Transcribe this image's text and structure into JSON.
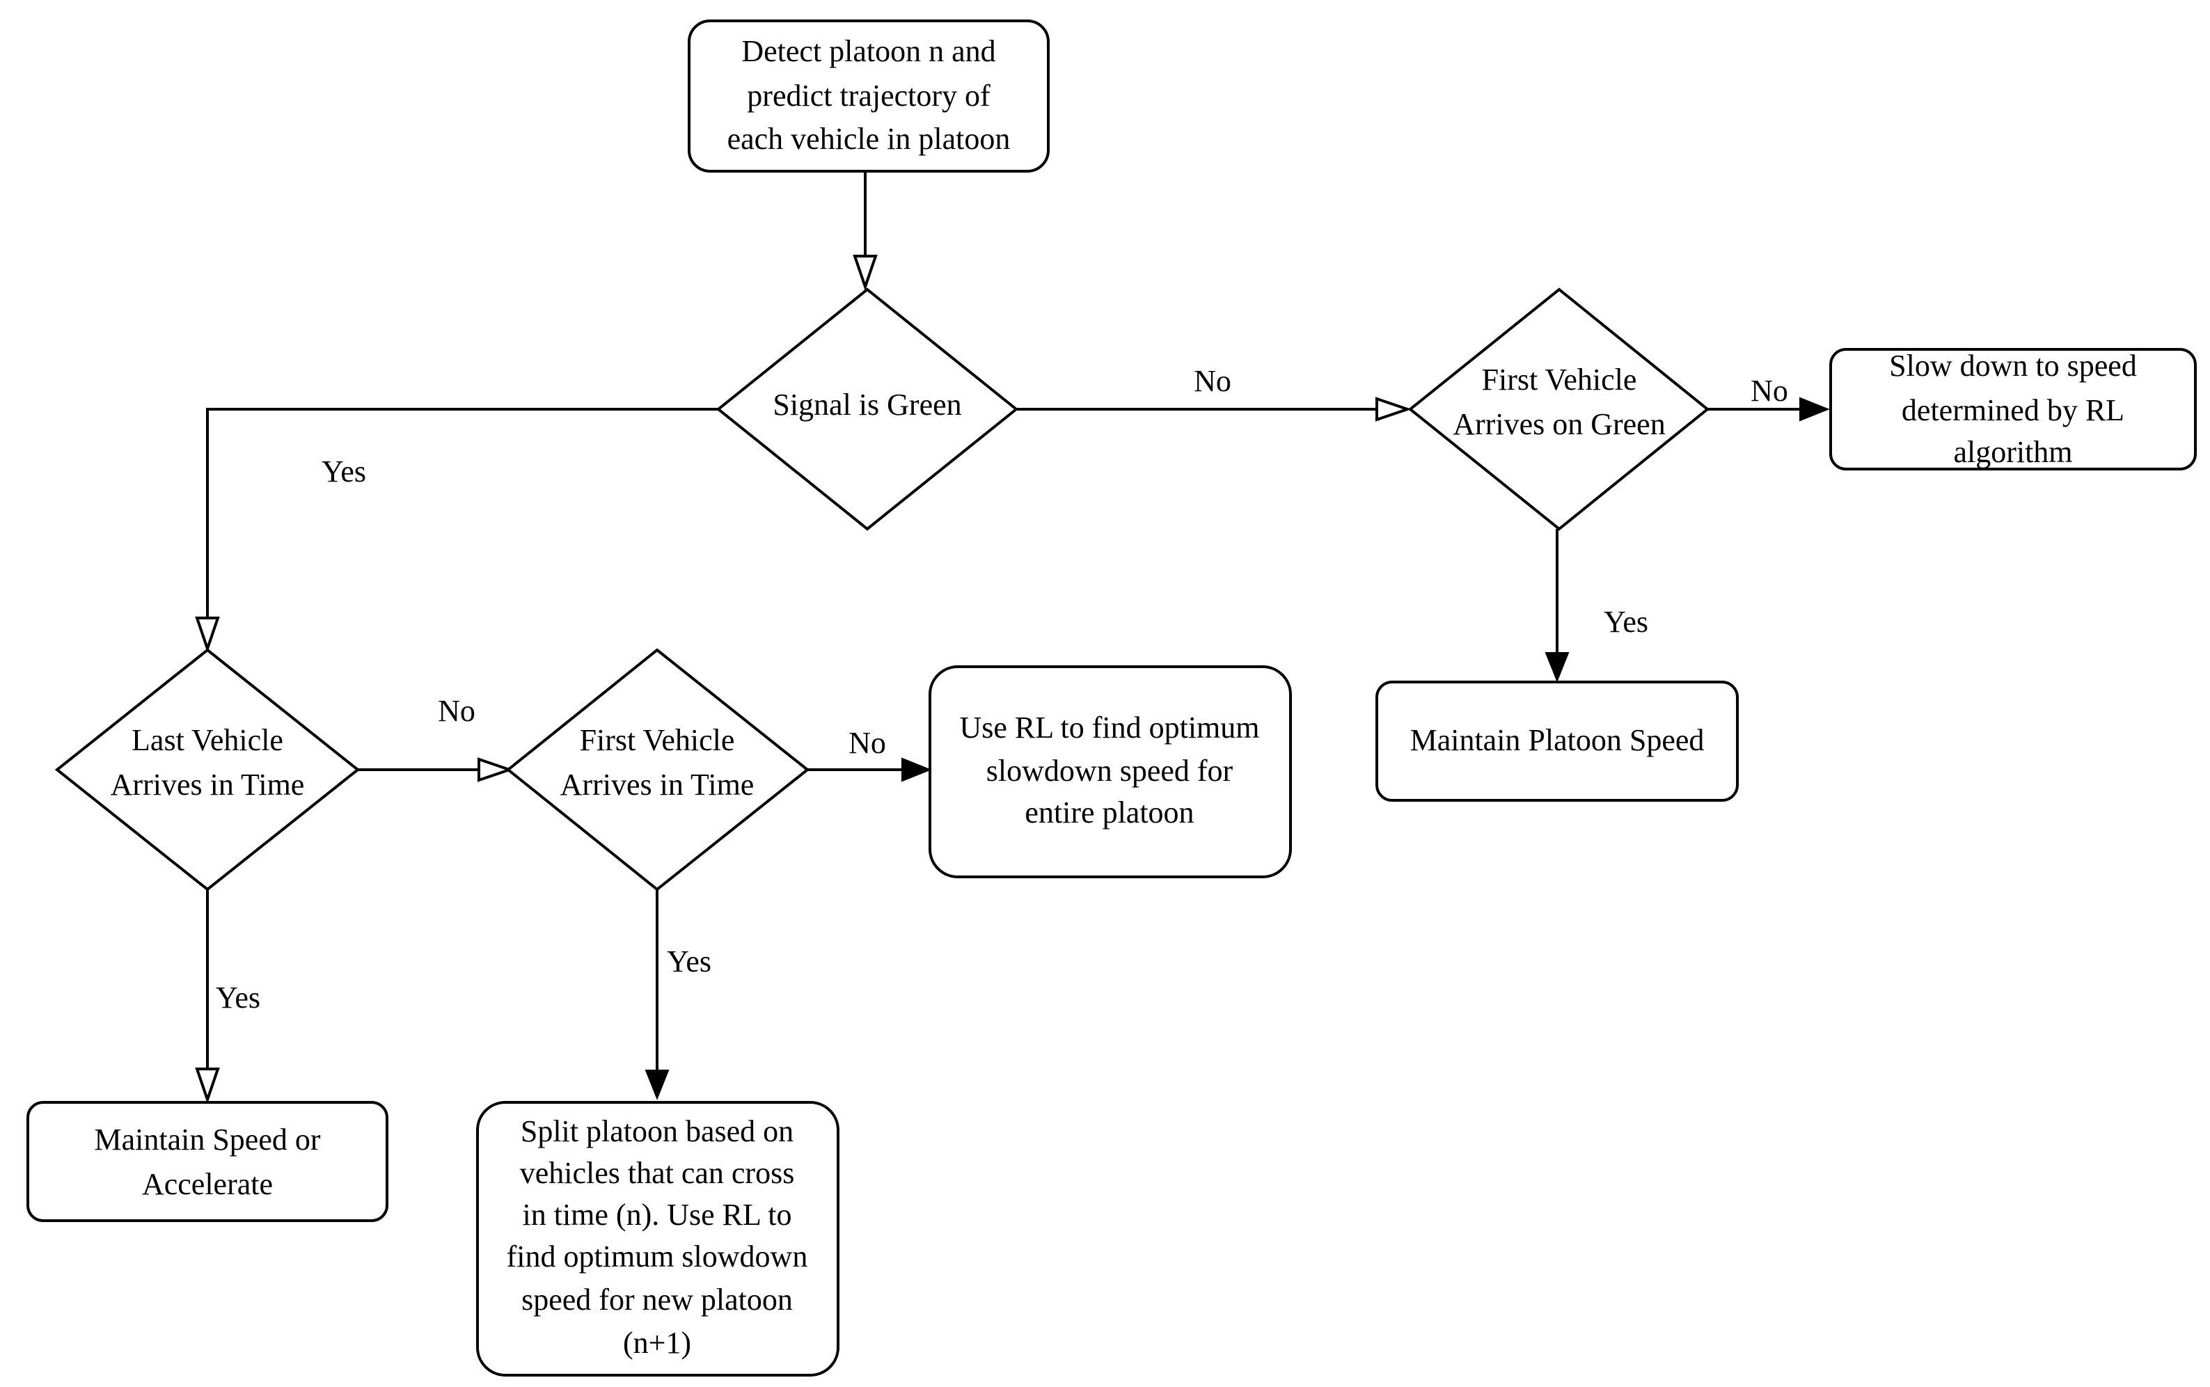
{
  "nodes": {
    "detect": {
      "lines": [
        "Detect platoon n and",
        "predict trajectory of",
        "each vehicle in platoon"
      ]
    },
    "signal_green": {
      "lines": [
        "Signal is Green"
      ]
    },
    "first_vehicle_green": {
      "lines": [
        "First Vehicle",
        "Arrives on Green"
      ]
    },
    "slow_down": {
      "lines": [
        "Slow down to speed",
        "determined by RL",
        "algorithm"
      ]
    },
    "maintain_platoon": {
      "lines": [
        "Maintain Platoon Speed"
      ]
    },
    "last_vehicle_time": {
      "lines": [
        "Last Vehicle",
        "Arrives in Time"
      ]
    },
    "first_vehicle_time": {
      "lines": [
        "First Vehicle",
        "Arrives in Time"
      ]
    },
    "use_rl": {
      "lines": [
        "Use RL to find optimum",
        "slowdown speed for",
        "entire platoon"
      ]
    },
    "maintain_accelerate": {
      "lines": [
        "Maintain Speed or",
        "Accelerate"
      ]
    },
    "split_platoon": {
      "lines": [
        "Split platoon based on",
        "vehicles that can cross",
        "in time (n). Use RL to",
        "find optimum slowdown",
        "speed for new platoon",
        "(n+1)"
      ]
    }
  },
  "edge_labels": {
    "signal_no": "No",
    "signal_yes": "Yes",
    "fvg_no": "No",
    "fvg_yes": "Yes",
    "lvt_no": "No",
    "lvt_yes": "Yes",
    "fvt_no": "No",
    "fvt_yes": "Yes"
  },
  "colors": {
    "stroke": "#000000",
    "fill": "#ffffff",
    "text": "#000000"
  }
}
